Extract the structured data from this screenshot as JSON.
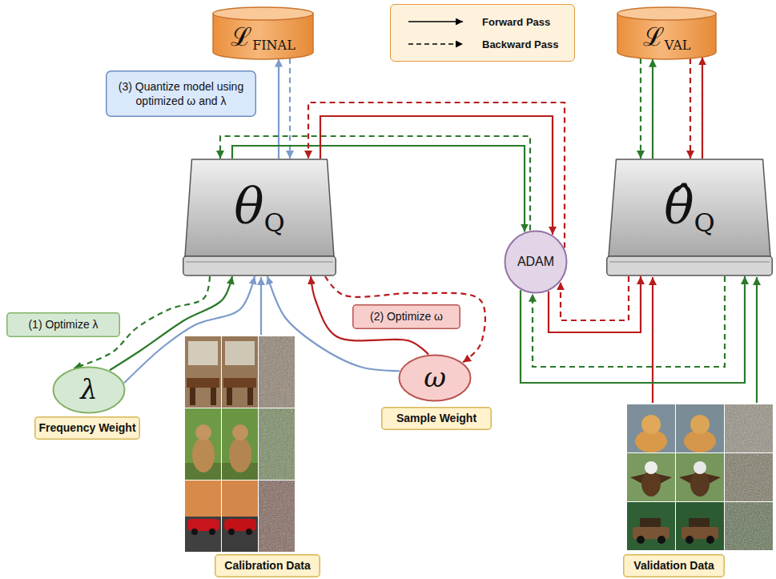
{
  "diagram": {
    "nodes": [
      {
        "text": [
          "ℒ",
          "FINAL"
        ]
      },
      {
        "text": [
          "(3) Quantize model using optimized ω and λ"
        ]
      },
      {
        "text": [
          "ℒ",
          "VAL"
        ]
      },
      {
        "text": [
          "θ",
          "Q"
        ]
      },
      {
        "text": [
          "ADAM"
        ]
      },
      {
        "text": [
          "θ̂",
          "Q"
        ]
      },
      {
        "text": [
          "(1) Optimize λ"
        ]
      },
      {
        "text": [
          "(2) Optimize ω"
        ]
      },
      {
        "text": [
          "λ"
        ]
      },
      {
        "text": [
          "ω"
        ]
      },
      {
        "text": [
          "Frequency Weight"
        ]
      },
      {
        "text": [
          "Sample Weight"
        ]
      },
      {
        "text": [
          "Calibration Data"
        ]
      },
      {
        "text": [
          "Validation Data"
        ]
      }
    ],
    "edges": [
      {
        "from": 3,
        "to": 0,
        "arrow": "to"
      },
      {
        "from": 0,
        "to": 3,
        "arrow": "to"
      },
      {
        "from": 8,
        "to": 3,
        "arrow": "to"
      },
      {
        "from": 3,
        "to": 8,
        "arrow": "to"
      },
      {
        "from": 9,
        "to": 3,
        "arrow": "to"
      },
      {
        "from": 3,
        "to": 9,
        "arrow": "to"
      },
      {
        "from": 8,
        "to": 3,
        "arrow": "to"
      },
      {
        "from": 9,
        "to": 3,
        "arrow": "to"
      },
      {
        "from": 3,
        "to": 4,
        "arrow": "to"
      },
      {
        "from": 4,
        "to": 3,
        "arrow": "to"
      },
      {
        "from": 3,
        "to": 4,
        "arrow": "to"
      },
      {
        "from": 4,
        "to": 3,
        "arrow": "to"
      },
      {
        "from": 4,
        "to": 5,
        "arrow": "to"
      },
      {
        "from": 5,
        "to": 4,
        "arrow": "to"
      },
      {
        "from": 4,
        "to": 5,
        "arrow": "to"
      },
      {
        "from": 5,
        "to": 4,
        "arrow": "to"
      },
      {
        "from": 5,
        "to": 2,
        "arrow": "to"
      },
      {
        "from": 2,
        "to": 5,
        "arrow": "to"
      },
      {
        "from": 5,
        "to": 2,
        "arrow": "to"
      },
      {
        "from": 2,
        "to": 5,
        "arrow": "to"
      }
    ],
    "legend": [
      {
        "text": "Forward Pass"
      },
      {
        "text": "Backward Pass"
      }
    ]
  }
}
